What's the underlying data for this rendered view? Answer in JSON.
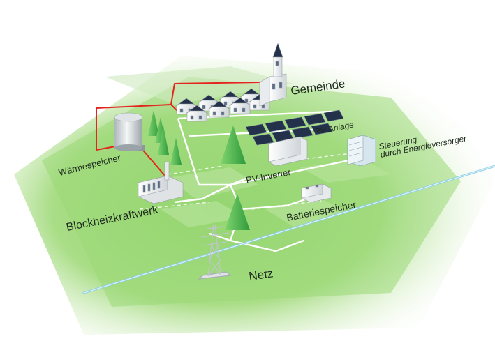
{
  "labels": {
    "gemeinde": "Gemeinde",
    "pv_anlage": "PV-Anlage",
    "steuerung_line1": "Steuerung",
    "steuerung_line2": "durch Energieversorger",
    "waermespeicher": "Wärmespeicher",
    "pv_inverter": "PV-Inverter",
    "blockheizkraftwerk": "Blockheizkraftwerk",
    "batteriespeicher": "Batteriespeicher",
    "netz": "Netz"
  },
  "colors": {
    "ground": "#8fd26a",
    "ground_light": "#c9ecb0",
    "heat_line": "#e52420",
    "power_line": "#ffffff",
    "grid_line": "#8fd0ea",
    "tree": "#4ab84a",
    "solar_panel": "#24314a",
    "building": "#f2f4f6"
  }
}
